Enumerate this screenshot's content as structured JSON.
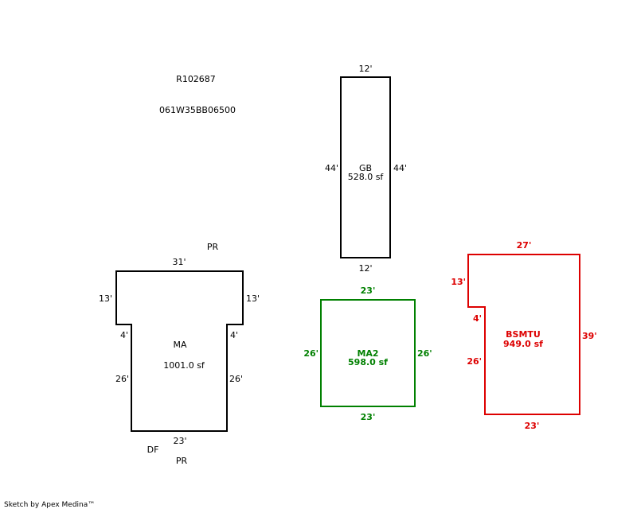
{
  "header": {
    "parcel_id": "R102687",
    "map_tax_lot": "061W35BB06500"
  },
  "shapes": {
    "gb": {
      "label": "GB",
      "area": "528.0 sf",
      "color": "#000000",
      "dims": {
        "top": "12'",
        "bottom": "12'",
        "left": "44'",
        "right": "44'"
      }
    },
    "ma": {
      "label": "MA",
      "area": "1001.0 sf",
      "color": "#000000",
      "dims": {
        "top": "31'",
        "left_upper": "13'",
        "right_upper": "13'",
        "left_step": "4'",
        "right_step": "4'",
        "left_lower": "26'",
        "right_lower": "26'",
        "bottom": "23'"
      },
      "notes": {
        "top": "PR",
        "bottom_left": "DF",
        "bottom": "PR"
      }
    },
    "ma2": {
      "label": "MA2",
      "area": "598.0 sf",
      "color": "#008000",
      "dims": {
        "top": "23'",
        "bottom": "23'",
        "left": "26'",
        "right": "26'"
      }
    },
    "bsmtu": {
      "label": "BSMTU",
      "area": "949.0 sf",
      "color": "#dd0000",
      "dims": {
        "top": "27'",
        "left_upper": "13'",
        "step": "4'",
        "left_lower": "26'",
        "right": "39'",
        "bottom": "23'"
      }
    }
  },
  "footer": {
    "credit": "Sketch by Apex Medina™"
  }
}
